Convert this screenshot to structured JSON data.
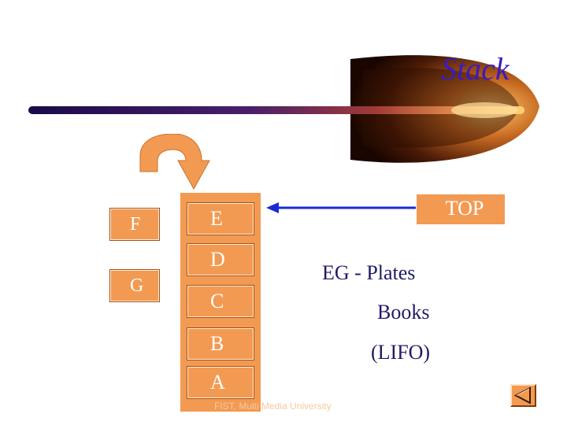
{
  "title": "Stack",
  "stack_items": [
    "E",
    "D",
    "C",
    "B",
    "A"
  ],
  "side_items": [
    "F",
    "G"
  ],
  "top_label": "TOP",
  "examples": [
    "EG - Plates",
    "Books",
    "(LIFO)"
  ],
  "footer": "FIST, Multi Media University",
  "colors": {
    "box": "#f39a52",
    "title": "#3b1bbf",
    "arrow": "#1a2bd6",
    "text_dark": "#1f1b66"
  },
  "icons": {
    "push_arrow": "curved-arrow-icon",
    "pointer": "left-arrow-icon",
    "nav": "back-triangle-icon",
    "banner": "comet-swoosh-icon"
  }
}
